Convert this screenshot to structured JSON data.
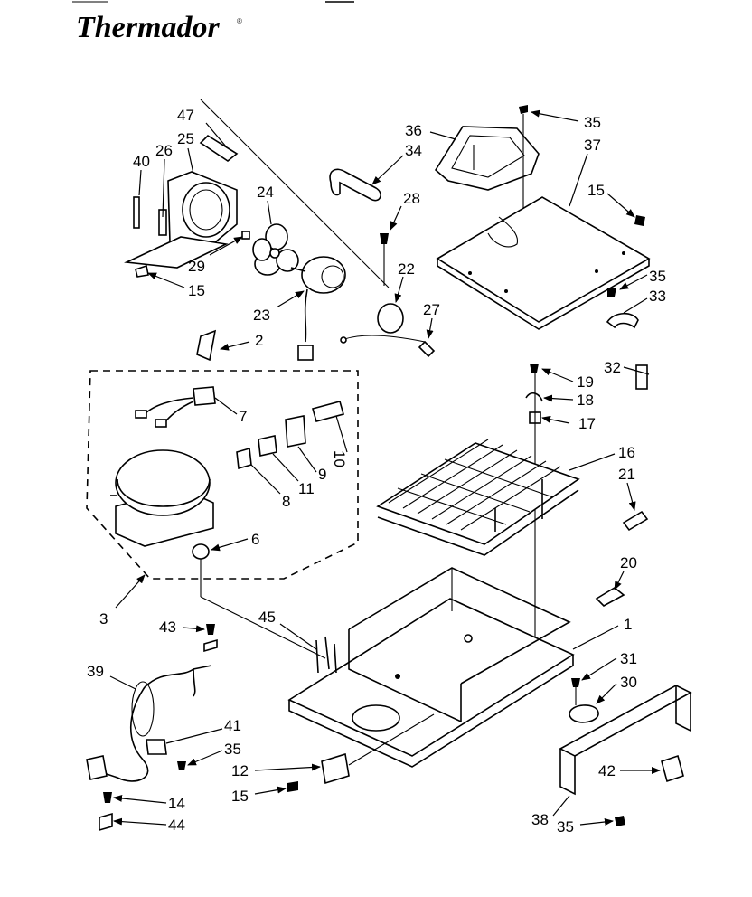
{
  "brand": {
    "name": "Thermador"
  },
  "callouts": [
    {
      "id": "c47",
      "label": "47"
    },
    {
      "id": "c25",
      "label": "25"
    },
    {
      "id": "c40",
      "label": "40"
    },
    {
      "id": "c26",
      "label": "26"
    },
    {
      "id": "c24",
      "label": "24"
    },
    {
      "id": "c29",
      "label": "29"
    },
    {
      "id": "c15a",
      "label": "15"
    },
    {
      "id": "c23",
      "label": "23"
    },
    {
      "id": "c22",
      "label": "22"
    },
    {
      "id": "c27",
      "label": "27"
    },
    {
      "id": "c28",
      "label": "28"
    },
    {
      "id": "c36",
      "label": "36"
    },
    {
      "id": "c34",
      "label": "34"
    },
    {
      "id": "c35a",
      "label": "35"
    },
    {
      "id": "c37",
      "label": "37"
    },
    {
      "id": "c15b",
      "label": "15"
    },
    {
      "id": "c35b",
      "label": "35"
    },
    {
      "id": "c33",
      "label": "33"
    },
    {
      "id": "c2",
      "label": "2"
    },
    {
      "id": "c7",
      "label": "7"
    },
    {
      "id": "c10",
      "label": "10"
    },
    {
      "id": "c9",
      "label": "9"
    },
    {
      "id": "c11",
      "label": "11"
    },
    {
      "id": "c8",
      "label": "8"
    },
    {
      "id": "c6",
      "label": "6"
    },
    {
      "id": "c3",
      "label": "3"
    },
    {
      "id": "c32",
      "label": "32"
    },
    {
      "id": "c19",
      "label": "19"
    },
    {
      "id": "c18",
      "label": "18"
    },
    {
      "id": "c17",
      "label": "17"
    },
    {
      "id": "c16",
      "label": "16"
    },
    {
      "id": "c21",
      "label": "21"
    },
    {
      "id": "c20",
      "label": "20"
    },
    {
      "id": "c1",
      "label": "1"
    },
    {
      "id": "c31",
      "label": "31"
    },
    {
      "id": "c30",
      "label": "30"
    },
    {
      "id": "c42",
      "label": "42"
    },
    {
      "id": "c38",
      "label": "38"
    },
    {
      "id": "c35c",
      "label": "35"
    },
    {
      "id": "c43",
      "label": "43"
    },
    {
      "id": "c45",
      "label": "45"
    },
    {
      "id": "c39",
      "label": "39"
    },
    {
      "id": "c41",
      "label": "41"
    },
    {
      "id": "c35d",
      "label": "35"
    },
    {
      "id": "c12",
      "label": "12"
    },
    {
      "id": "c15c",
      "label": "15"
    },
    {
      "id": "c14",
      "label": "14"
    },
    {
      "id": "c44",
      "label": "44"
    }
  ]
}
